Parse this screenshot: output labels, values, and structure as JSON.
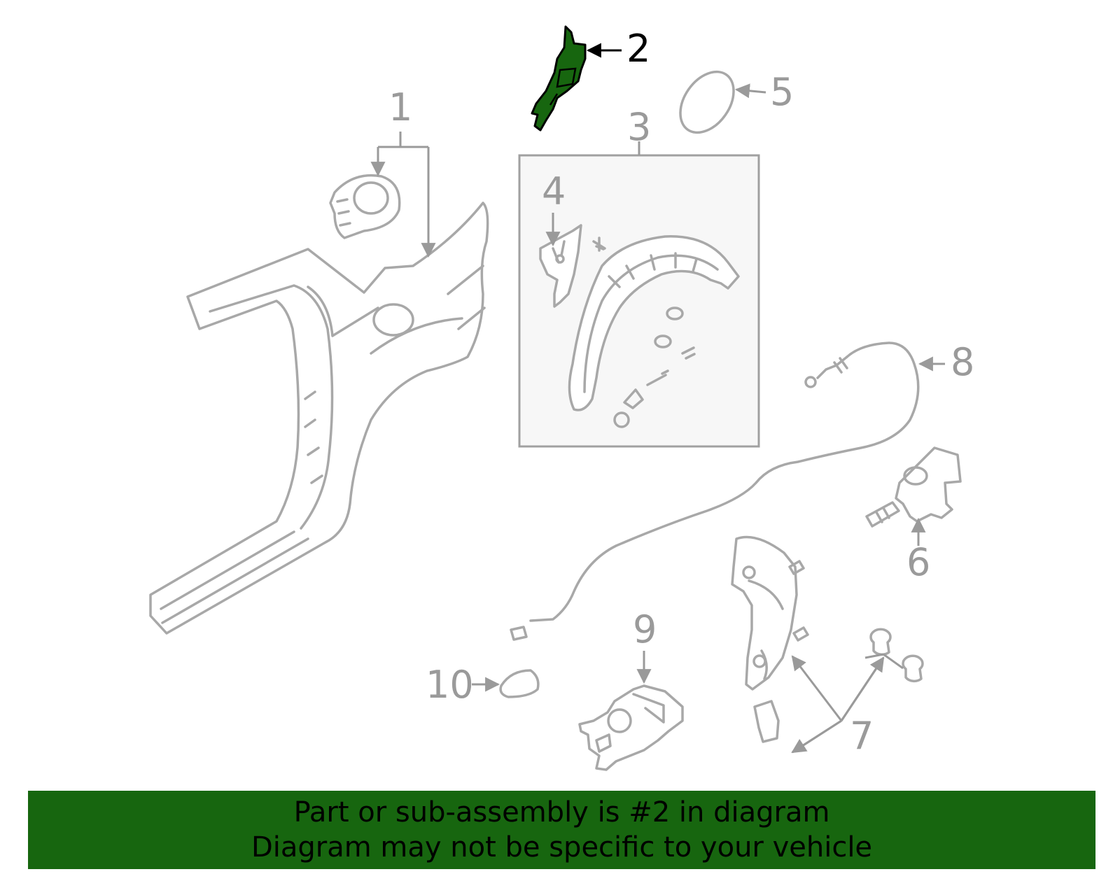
{
  "highlight_color": "#17660f",
  "callouts": {
    "c1": "1",
    "c2": "2",
    "c3": "3",
    "c4": "4",
    "c5": "5",
    "c6": "6",
    "c7": "7",
    "c8": "8",
    "c9": "9",
    "c10": "10"
  },
  "highlighted_part": "2",
  "banner": {
    "line1": "Part or sub-assembly is #2 in diagram",
    "line2": "Diagram may not be specific to your vehicle"
  }
}
